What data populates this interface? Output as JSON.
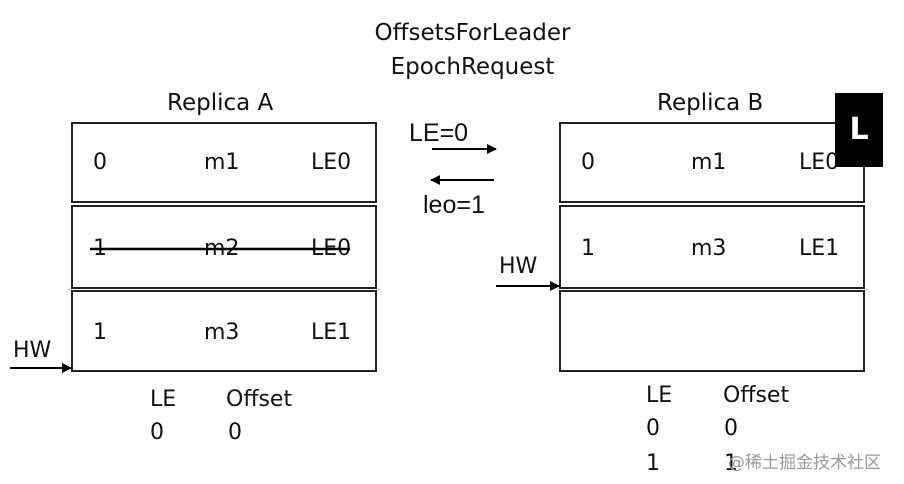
{
  "request": {
    "line1": "OffsetsForLeader",
    "line2": "EpochRequest"
  },
  "message_out": "LE=0",
  "message_back": "leo=1",
  "replica_a": {
    "title": "Replica  A",
    "rows": [
      {
        "offset": "0",
        "msg": "m1",
        "epoch": "LE0",
        "struck": false
      },
      {
        "offset": "1",
        "msg": "m2",
        "epoch": "LE0",
        "struck": true
      },
      {
        "offset": "1",
        "msg": "m3",
        "epoch": "LE1",
        "struck": false
      }
    ],
    "hw_label": "HW",
    "cache_headers": {
      "le": "LE",
      "offset": "Offset"
    },
    "cache_rows": [
      {
        "le": "0",
        "offset": "0"
      }
    ]
  },
  "replica_b": {
    "title": "Replica  B",
    "badge": "L",
    "rows": [
      {
        "offset": "0",
        "msg": "m1",
        "epoch": "LE0"
      },
      {
        "offset": "1",
        "msg": "m3",
        "epoch": "LE1"
      },
      {
        "offset": "",
        "msg": "",
        "epoch": ""
      }
    ],
    "hw_label": "HW",
    "cache_headers": {
      "le": "LE",
      "offset": "Offset"
    },
    "cache_rows": [
      {
        "le": "0",
        "offset": "0"
      },
      {
        "le": "1",
        "offset": "1"
      }
    ]
  },
  "watermark": "@稀土掘金技术社区"
}
